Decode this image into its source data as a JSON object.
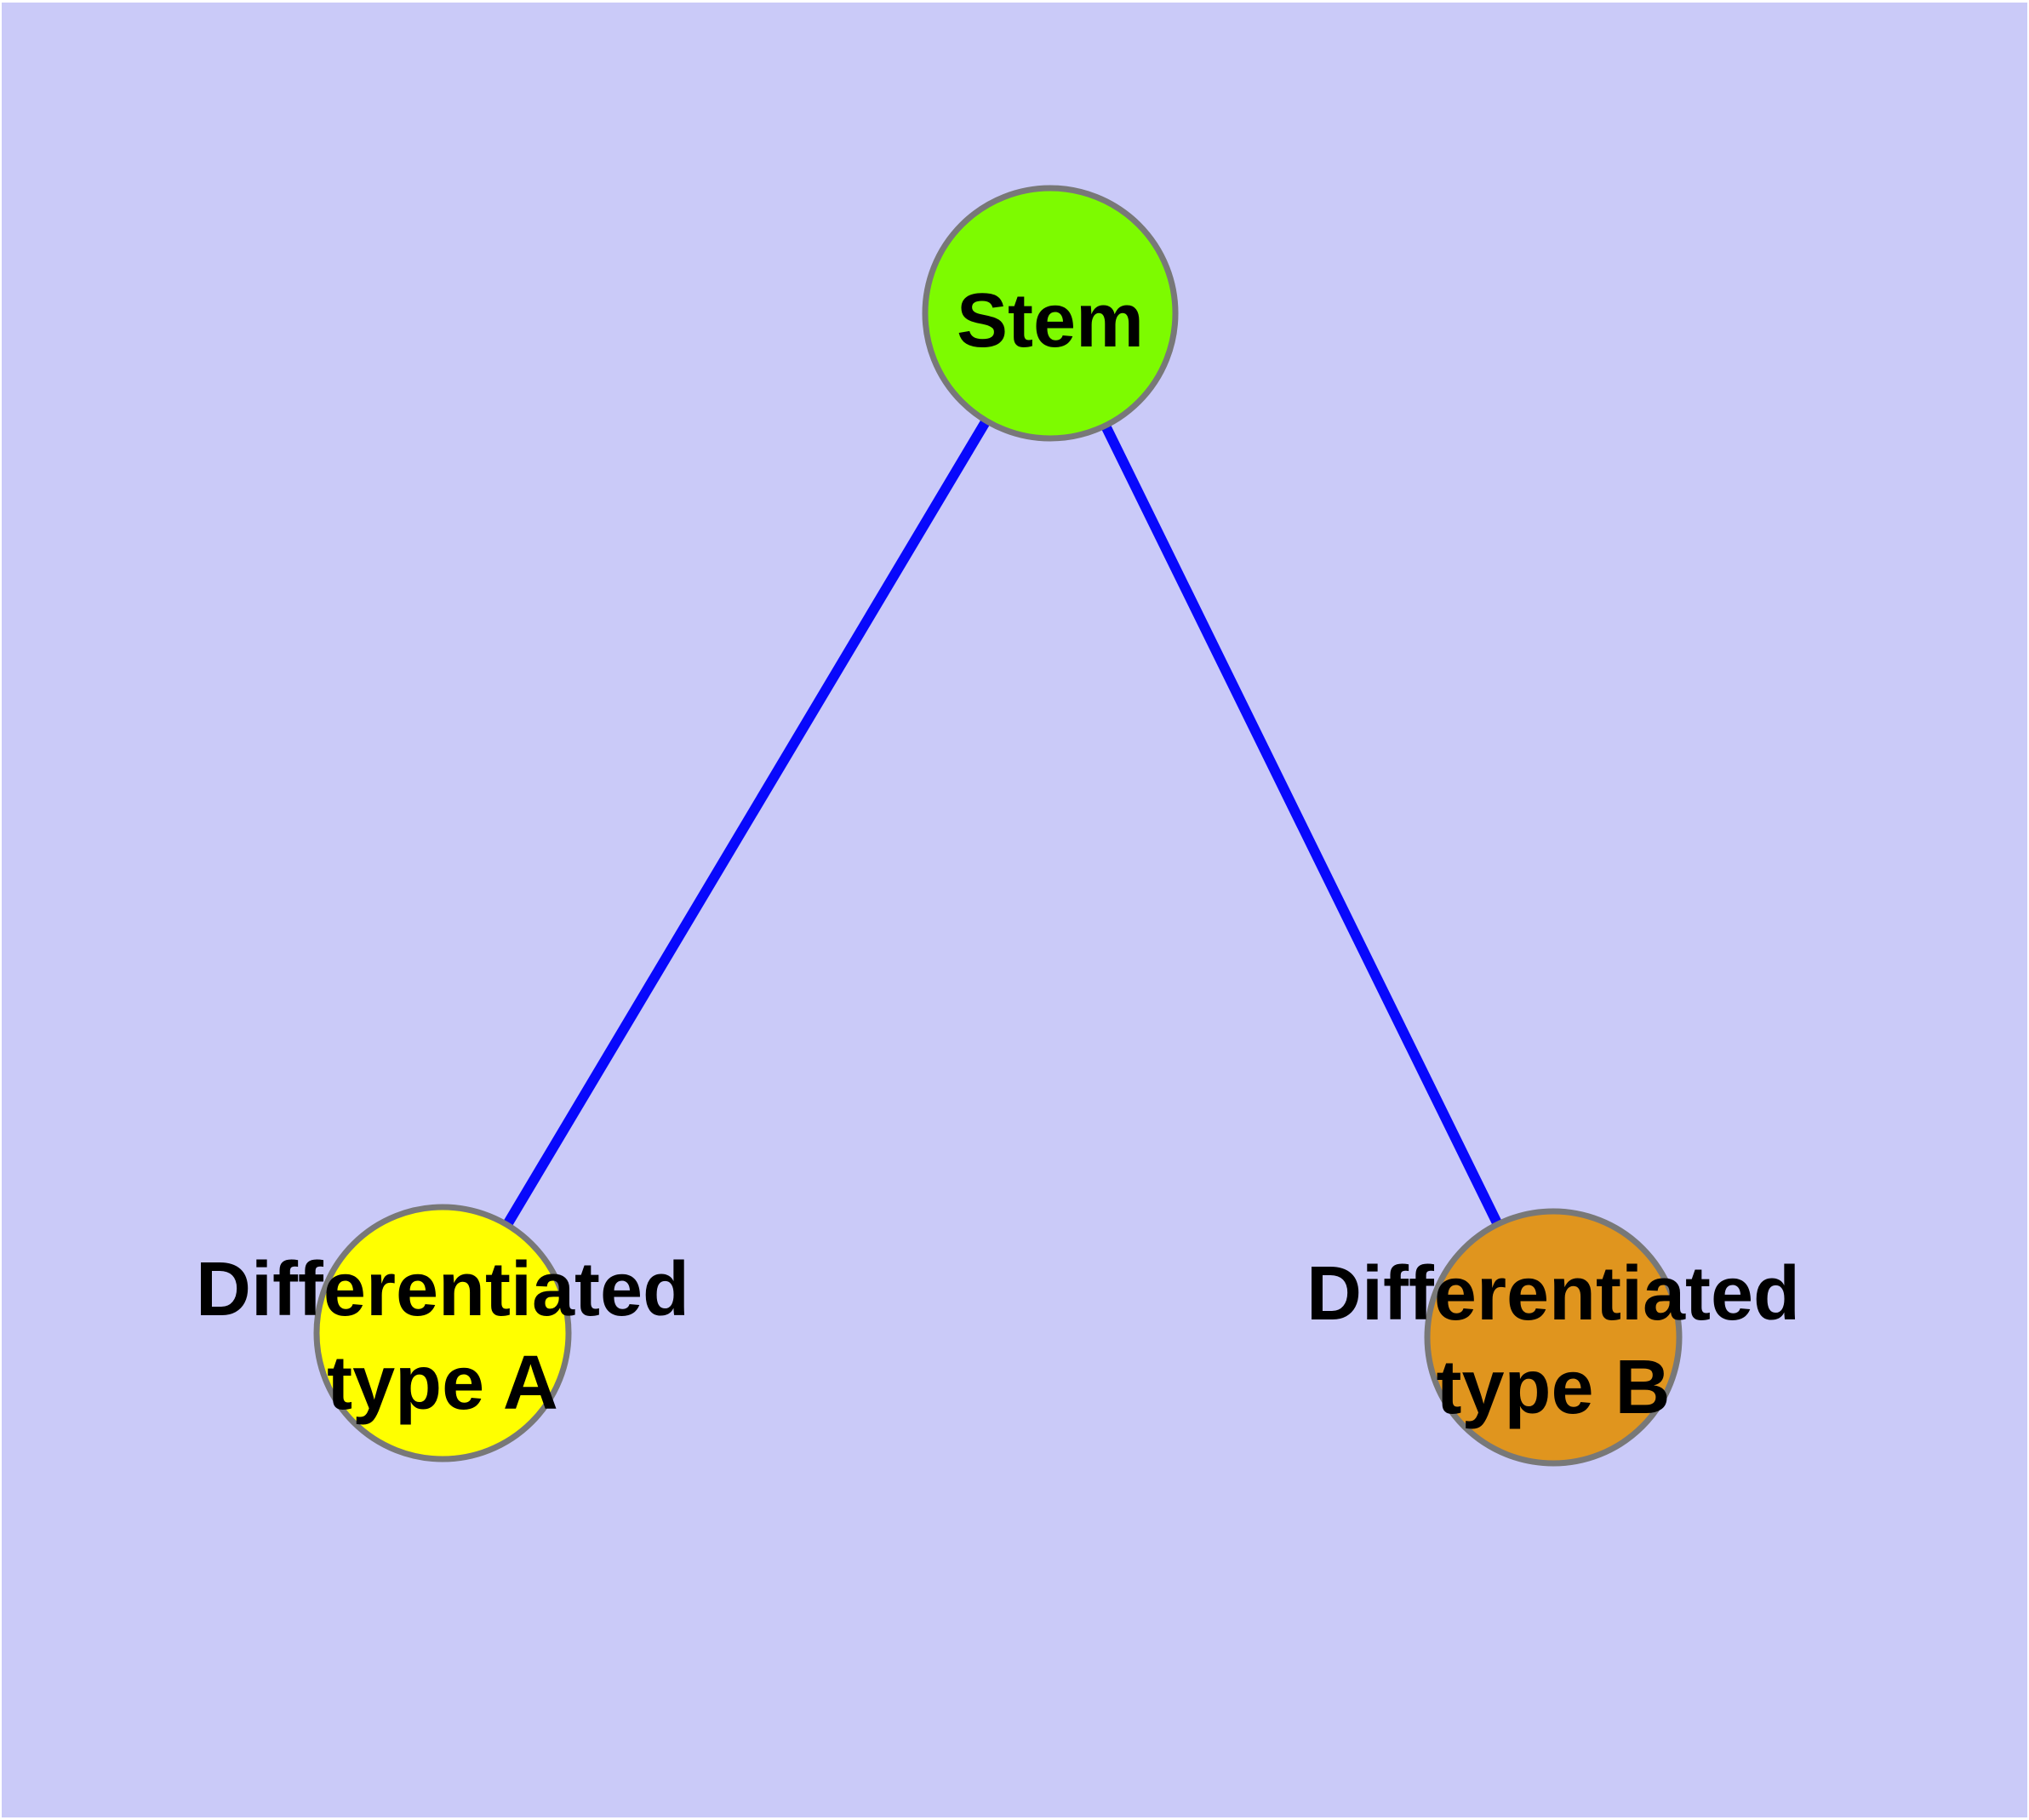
{
  "diagram": {
    "background_color": "#cacaf8",
    "text_color": "#000000",
    "nodes": {
      "stem": {
        "label": "Stem",
        "fill": "#7dfb00",
        "border": "#787878"
      },
      "type_a": {
        "label_line1": "Differentiated",
        "label_line2": "type A",
        "fill": "#ffff00",
        "border": "#787878"
      },
      "type_b": {
        "label_line1": "Differentiated",
        "label_line2": "type B",
        "fill": "#e0951e",
        "border": "#787878"
      }
    },
    "edges": {
      "color": "#0808fc"
    }
  }
}
